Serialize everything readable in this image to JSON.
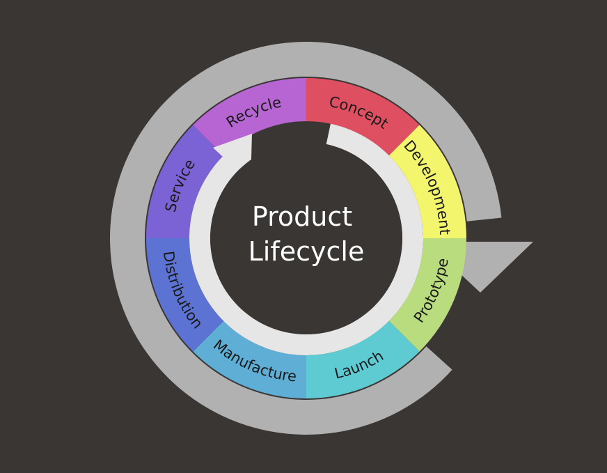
{
  "title": {
    "line1": "Product",
    "line2": "Lifecycle"
  },
  "stages": [
    {
      "label": "Concept",
      "color": "#de5061"
    },
    {
      "label": "Development",
      "color": "#f3f56c"
    },
    {
      "label": "Prototype",
      "color": "#b9dc7e"
    },
    {
      "label": "Launch",
      "color": "#5dcbd1"
    },
    {
      "label": "Manufacture",
      "color": "#5faed6"
    },
    {
      "label": "Distribution",
      "color": "#5d73d3"
    },
    {
      "label": "Service",
      "color": "#7b63d6"
    },
    {
      "label": "Recycle",
      "color": "#b865d4"
    }
  ],
  "colors": {
    "background": "#3a3634",
    "outer_ring": "#b1b1b1",
    "inner_ring": "#e6e6e6",
    "center": "#3a3634"
  }
}
